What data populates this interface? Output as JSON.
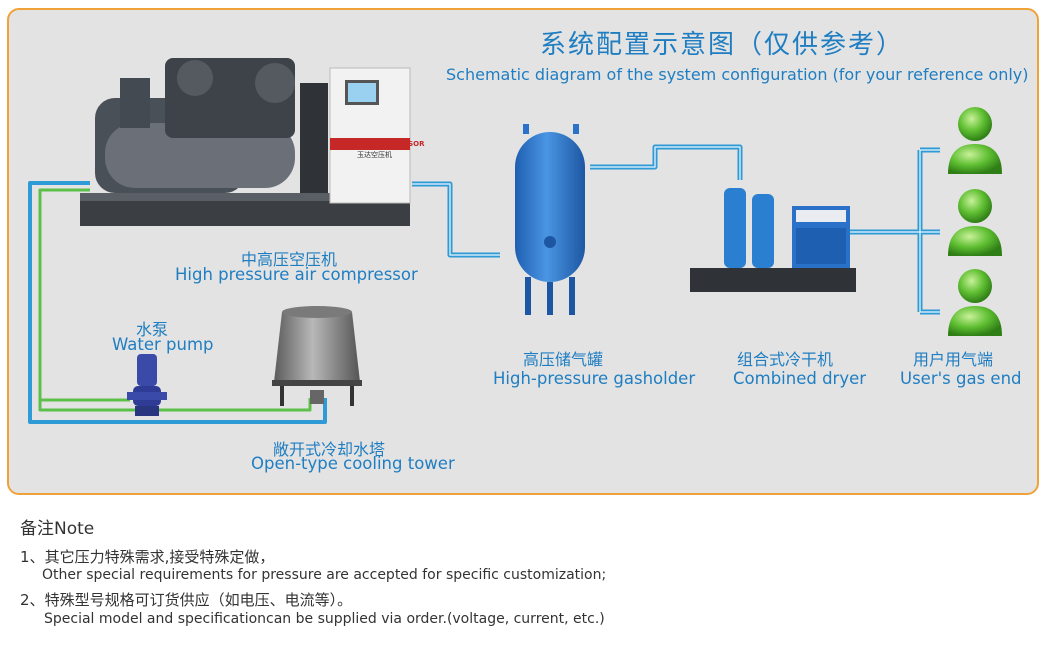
{
  "header": {
    "title_cn": "系统配置示意图（仅供参考）",
    "title_en": "Schematic diagram of the system configuration (for your reference only)"
  },
  "components": {
    "compressor": {
      "label_cn": "中高压空压机",
      "label_en": "High pressure air compressor",
      "brand": "TD COMPRESSOR",
      "brand_cn": "玉达空压机"
    },
    "pump": {
      "label_cn": "水泵",
      "label_en": "Water pump"
    },
    "cooling_tower": {
      "label_cn": "敞开式冷却水塔",
      "label_en": "Open-type cooling tower"
    },
    "gasholder": {
      "label_cn": "高压储气罐",
      "label_en": "High-pressure gasholder"
    },
    "dryer": {
      "label_cn": "组合式冷干机",
      "label_en": "Combined dryer"
    },
    "users": {
      "label_cn": "用户用气端",
      "label_en": "User's gas end",
      "count": 3
    }
  },
  "notes": {
    "heading": "备注Note",
    "items": [
      {
        "num": "1",
        "sep": "、",
        "cn": "其它压力特殊需求,接受特殊定做，",
        "en": "Other special requirements for pressure are accepted for specific customization;"
      },
      {
        "num": "2",
        "sep": "、",
        "cn": "特殊型号规格可订货供应（如电压、电流等）。",
        "en": "Special model and specificationcan be supplied via order.(voltage, current, etc.)"
      }
    ]
  },
  "colors": {
    "panel_bg": "#e3e3e3",
    "panel_border": "#f0a23a",
    "label_blue": "#1f7ec2",
    "pipe_blue": "#2e9ad6",
    "pipe_green": "#5cbf4a",
    "tank_blue": "#2a72c9",
    "user_green": "#4fae2e"
  }
}
